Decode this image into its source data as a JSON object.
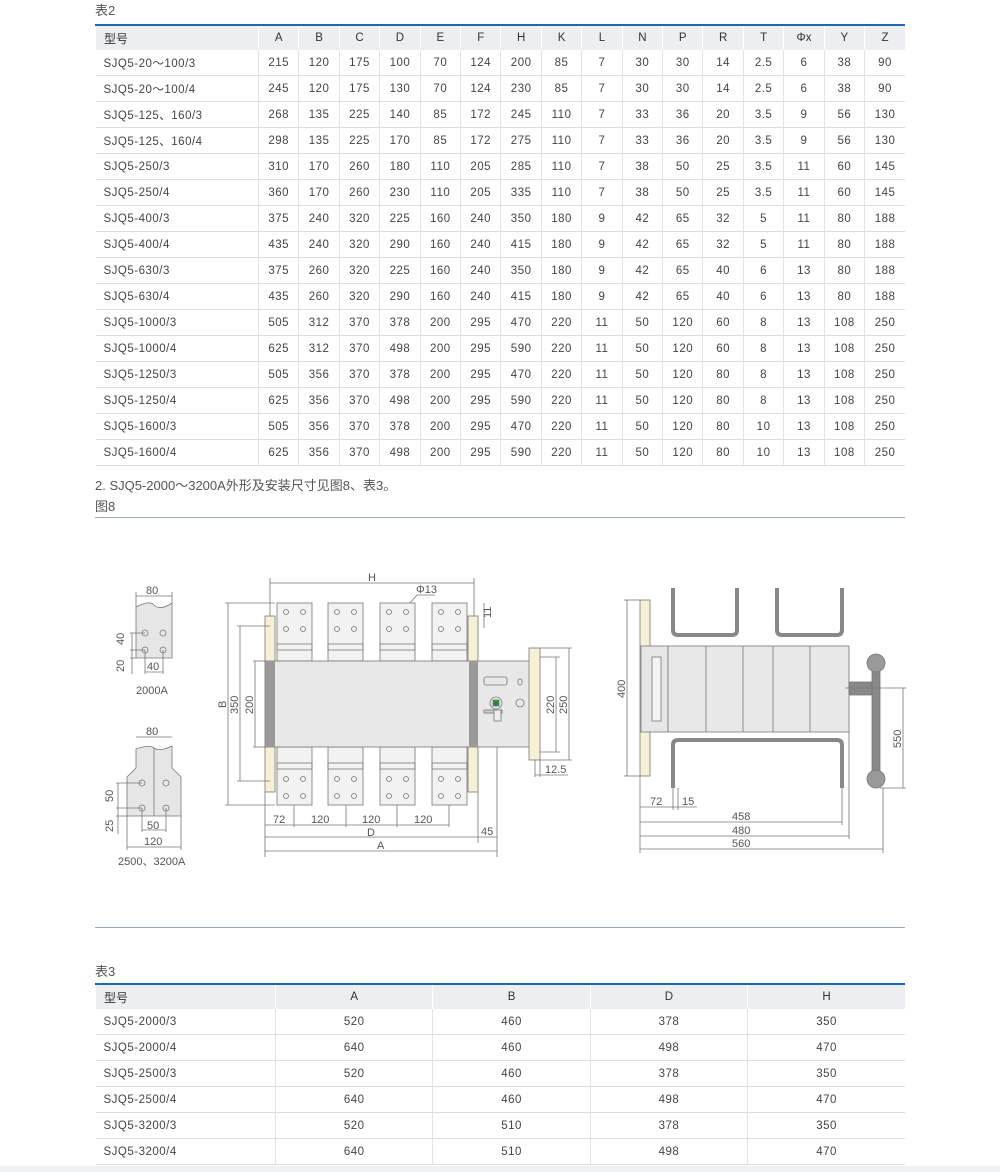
{
  "table2": {
    "caption": "表2",
    "headers": [
      "型号",
      "A",
      "B",
      "C",
      "D",
      "E",
      "F",
      "H",
      "K",
      "L",
      "N",
      "P",
      "R",
      "T",
      "Φx",
      "Y",
      "Z"
    ],
    "rows": [
      [
        "SJQ5-20～100/3",
        "215",
        "120",
        "175",
        "100",
        "70",
        "124",
        "200",
        "85",
        "7",
        "30",
        "30",
        "14",
        "2.5",
        "6",
        "38",
        "90"
      ],
      [
        "SJQ5-20～100/4",
        "245",
        "120",
        "175",
        "130",
        "70",
        "124",
        "230",
        "85",
        "7",
        "30",
        "30",
        "14",
        "2.5",
        "6",
        "38",
        "90"
      ],
      [
        "SJQ5-125、160/3",
        "268",
        "135",
        "225",
        "140",
        "85",
        "172",
        "245",
        "110",
        "7",
        "33",
        "36",
        "20",
        "3.5",
        "9",
        "56",
        "130"
      ],
      [
        "SJQ5-125、160/4",
        "298",
        "135",
        "225",
        "170",
        "85",
        "172",
        "275",
        "110",
        "7",
        "33",
        "36",
        "20",
        "3.5",
        "9",
        "56",
        "130"
      ],
      [
        "SJQ5-250/3",
        "310",
        "170",
        "260",
        "180",
        "110",
        "205",
        "285",
        "110",
        "7",
        "38",
        "50",
        "25",
        "3.5",
        "11",
        "60",
        "145"
      ],
      [
        "SJQ5-250/4",
        "360",
        "170",
        "260",
        "230",
        "110",
        "205",
        "335",
        "110",
        "7",
        "38",
        "50",
        "25",
        "3.5",
        "11",
        "60",
        "145"
      ],
      [
        "SJQ5-400/3",
        "375",
        "240",
        "320",
        "225",
        "160",
        "240",
        "350",
        "180",
        "9",
        "42",
        "65",
        "32",
        "5",
        "11",
        "80",
        "188"
      ],
      [
        "SJQ5-400/4",
        "435",
        "240",
        "320",
        "290",
        "160",
        "240",
        "415",
        "180",
        "9",
        "42",
        "65",
        "32",
        "5",
        "11",
        "80",
        "188"
      ],
      [
        "SJQ5-630/3",
        "375",
        "260",
        "320",
        "225",
        "160",
        "240",
        "350",
        "180",
        "9",
        "42",
        "65",
        "40",
        "6",
        "13",
        "80",
        "188"
      ],
      [
        "SJQ5-630/4",
        "435",
        "260",
        "320",
        "290",
        "160",
        "240",
        "415",
        "180",
        "9",
        "42",
        "65",
        "40",
        "6",
        "13",
        "80",
        "188"
      ],
      [
        "SJQ5-1000/3",
        "505",
        "312",
        "370",
        "378",
        "200",
        "295",
        "470",
        "220",
        "11",
        "50",
        "120",
        "60",
        "8",
        "13",
        "108",
        "250"
      ],
      [
        "SJQ5-1000/4",
        "625",
        "312",
        "370",
        "498",
        "200",
        "295",
        "590",
        "220",
        "11",
        "50",
        "120",
        "60",
        "8",
        "13",
        "108",
        "250"
      ],
      [
        "SJQ5-1250/3",
        "505",
        "356",
        "370",
        "378",
        "200",
        "295",
        "470",
        "220",
        "11",
        "50",
        "120",
        "80",
        "8",
        "13",
        "108",
        "250"
      ],
      [
        "SJQ5-1250/4",
        "625",
        "356",
        "370",
        "498",
        "200",
        "295",
        "590",
        "220",
        "11",
        "50",
        "120",
        "80",
        "8",
        "13",
        "108",
        "250"
      ],
      [
        "SJQ5-1600/3",
        "505",
        "356",
        "370",
        "378",
        "200",
        "295",
        "470",
        "220",
        "11",
        "50",
        "120",
        "80",
        "10",
        "13",
        "108",
        "250"
      ],
      [
        "SJQ5-1600/4",
        "625",
        "356",
        "370",
        "498",
        "200",
        "295",
        "590",
        "220",
        "11",
        "50",
        "120",
        "80",
        "10",
        "13",
        "108",
        "250"
      ]
    ]
  },
  "section_text": "2. SJQ5-2000～3200A外形及安装尺寸见图8、表3。",
  "figure_caption": "图8",
  "figure": {
    "v2000": {
      "w": "80",
      "h1": "40",
      "h2": "20",
      "w2": "40",
      "title": "2000A"
    },
    "v2500": {
      "w": "80",
      "h1": "50",
      "h2": "25",
      "w2": "50",
      "w3": "120",
      "title": "2500、3200A"
    },
    "front": {
      "H": "H",
      "phi": "Φ13",
      "d11": "11",
      "B": "B",
      "d350": "350",
      "d200": "200",
      "d220": "220",
      "d250": "250",
      "d12": "12.5",
      "d72": "72",
      "d120a": "120",
      "d120b": "120",
      "d120c": "120",
      "D": "D",
      "d45": "45",
      "A": "A"
    },
    "side": {
      "d400": "400",
      "d550": "550",
      "d72": "72",
      "d15": "15",
      "d458": "458",
      "d480": "480",
      "d560": "560"
    }
  },
  "table3": {
    "caption": "表3",
    "headers": [
      "型号",
      "A",
      "B",
      "D",
      "H"
    ],
    "rows": [
      [
        "SJQ5-2000/3",
        "520",
        "460",
        "378",
        "350"
      ],
      [
        "SJQ5-2000/4",
        "640",
        "460",
        "498",
        "470"
      ],
      [
        "SJQ5-2500/3",
        "520",
        "460",
        "378",
        "350"
      ],
      [
        "SJQ5-2500/4",
        "640",
        "460",
        "498",
        "470"
      ],
      [
        "SJQ5-3200/3",
        "520",
        "510",
        "378",
        "350"
      ],
      [
        "SJQ5-3200/4",
        "640",
        "510",
        "498",
        "470"
      ]
    ]
  }
}
